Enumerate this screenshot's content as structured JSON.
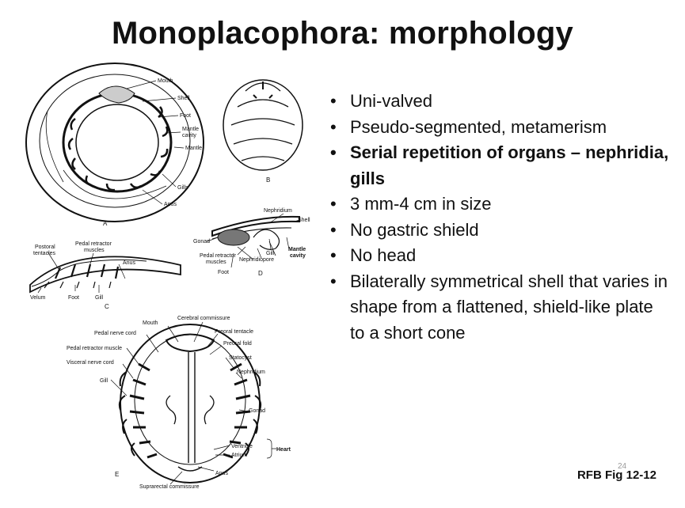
{
  "title": "Monoplacophora: morphology",
  "bullets": [
    {
      "text": "Uni-valved",
      "bold": false
    },
    {
      "text": "Pseudo-segmented, metamerism",
      "bold": false
    },
    {
      "text": "Serial repetition of organs – nephridia, gills",
      "bold": true
    },
    {
      "text": "3 mm-4 cm in size",
      "bold": false
    },
    {
      "text": "No gastric shield",
      "bold": false
    },
    {
      "text": "No head",
      "bold": false
    },
    {
      "text": "Bilaterally symmetrical shell that varies in shape from a flattened, shield-like plate to a short cone",
      "bold": false
    }
  ],
  "figure": {
    "A": {
      "letter": "A",
      "labels": [
        "Mouth",
        "Shell",
        "Foot",
        "Mantle",
        "cavity",
        "Mantle",
        "Gills",
        "Anus"
      ]
    },
    "B": {
      "letter": "B"
    },
    "C": {
      "letter": "C",
      "labels": [
        "Postoral",
        "tentacles",
        "Pedal retractor",
        "muscles",
        "Anus",
        "Velum",
        "Foot",
        "Gill"
      ]
    },
    "D": {
      "letter": "D",
      "labels": [
        "Nephridium",
        "Shell",
        "Gonad",
        "Gill",
        "Mantle",
        "cavity",
        "Pedal retractor",
        "muscles",
        "Nephridiopore",
        "Foot"
      ]
    },
    "E": {
      "letter": "E",
      "labels": [
        "Cerebral commissure",
        "Mouth",
        "Pedal nerve cord",
        "Preoral tentacle",
        "Preoral fold",
        "Pedal retractor muscle",
        "Statocyst",
        "Visceral nerve cord",
        "Nephridium",
        "Gill",
        "Gonad",
        "Ventricle",
        "Atrium",
        "Heart",
        "Anus",
        "Suprarectal commissure"
      ]
    }
  },
  "credit": "RFB Fig 12-12",
  "page_number": "24"
}
